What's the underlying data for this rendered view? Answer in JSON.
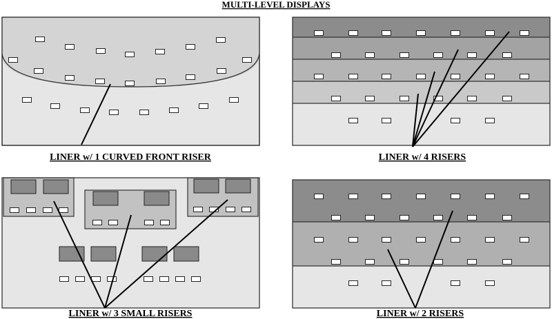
{
  "title": "MULTI-LEVEL DISPLAYS",
  "captions": {
    "curved": "LINER w/  1 CURVED FRONT RISER",
    "four": "LINER w/  4 RISERS",
    "small": "LINER w/  3 SMALL RISERS",
    "two": "LINER w/  2 RISERS"
  },
  "colors": {
    "floor": "#e6e6e6",
    "curved_riser": "#d4d4d4",
    "tier1": "#8c8c8c",
    "tier2": "#a3a3a3",
    "tier3": "#b5b5b5",
    "tier4": "#c9c9c9",
    "dark_block": "#8a8a8a",
    "mid_riser": "#c2c2c2"
  }
}
